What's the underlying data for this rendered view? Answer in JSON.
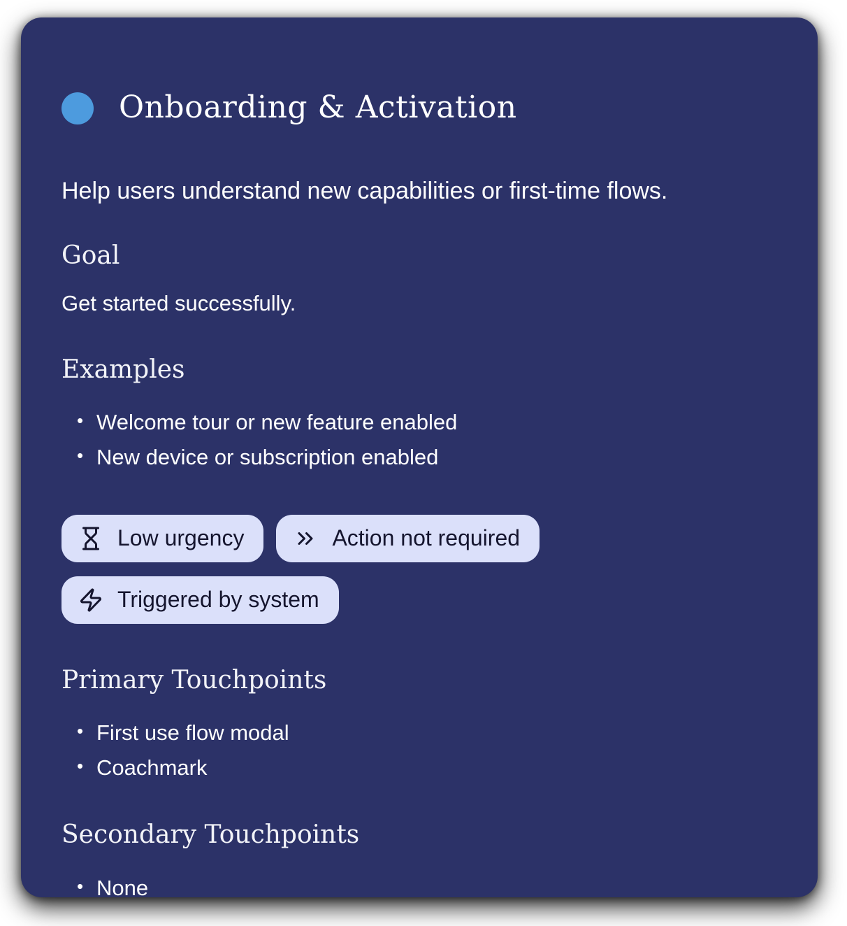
{
  "card": {
    "title": "Onboarding & Activation",
    "description": "Help users understand new capabilities or first-time flows.",
    "colors": {
      "card-bg": "#2c3268",
      "accent": "#4d9bde",
      "badge-bg": "#dbe0fa",
      "badge-text": "#15152e",
      "text": "#ffffff"
    },
    "sections": {
      "goal": {
        "heading": "Goal",
        "text": "Get started successfully."
      },
      "examples": {
        "heading": "Examples",
        "items": [
          "Welcome tour or new feature enabled",
          "New device or subscription enabled"
        ]
      },
      "primary": {
        "heading": "Primary Touchpoints",
        "items": [
          "First use flow modal",
          "Coachmark"
        ]
      },
      "secondary": {
        "heading": "Secondary Touchpoints",
        "items": [
          "None"
        ]
      }
    },
    "badges": [
      {
        "icon": "hourglass-icon",
        "label": "Low urgency"
      },
      {
        "icon": "chevrons-right-icon",
        "label": "Action not required"
      },
      {
        "icon": "lightning-icon",
        "label": "Triggered by system"
      }
    ]
  }
}
